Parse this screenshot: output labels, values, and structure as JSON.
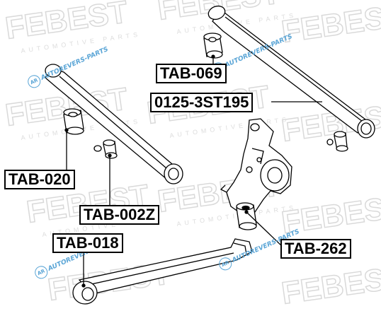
{
  "brand_watermark": "FEBEST",
  "brand_sub": "AUTOMOTIVE PARTS",
  "overlay_watermark": {
    "text": "AUTOREVERS-PARTS",
    "logo": "AR"
  },
  "part_labels": {
    "tab069": "TAB-069",
    "p01253st195": "0125-3ST195",
    "tab020": "TAB-020",
    "tab002z": "TAB-002Z",
    "tab018": "TAB-018",
    "tab262": "TAB-262"
  },
  "colors": {
    "line": "#000000",
    "watermark": "#d6d6d6",
    "overlay": "#5aa5d6",
    "background": "#ffffff"
  }
}
